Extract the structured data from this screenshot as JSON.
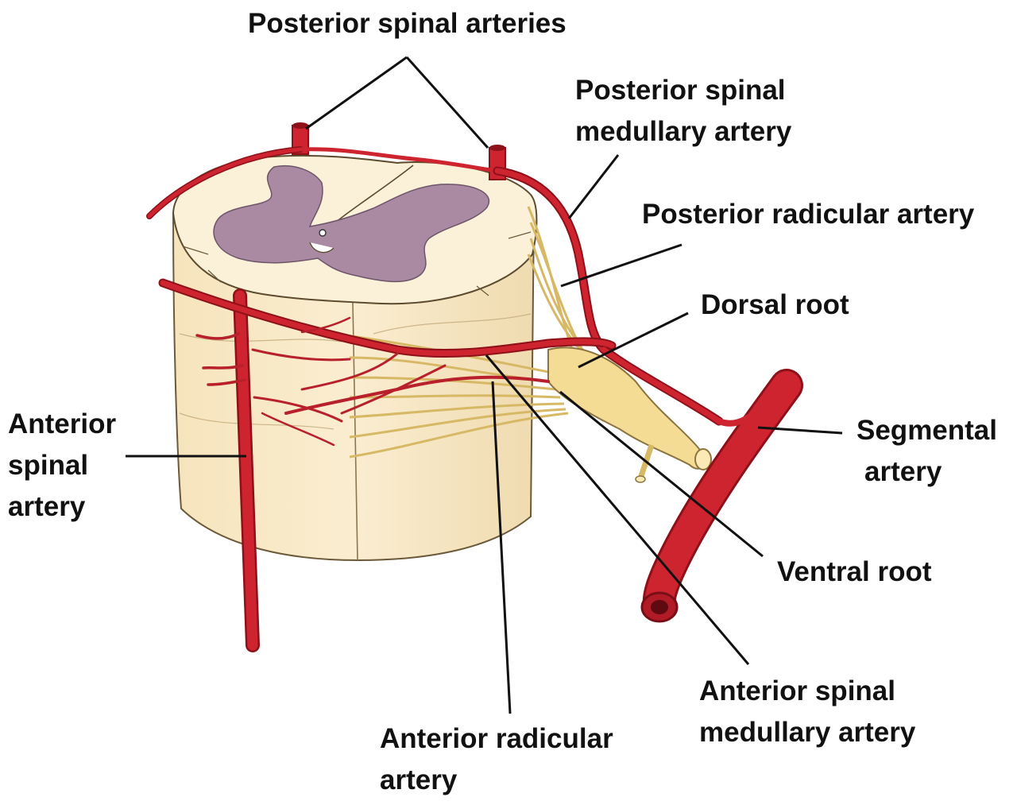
{
  "colors": {
    "artery": "#c8202e",
    "artery_dark": "#8e1019",
    "cord": "#f8e8c4",
    "cord_shade": "#e8d2a0",
    "grey_matter": "#a98aa2",
    "nerve": "#f2d88e",
    "leader": "#111111"
  },
  "labels": {
    "posterior_spinal_arteries": "Posterior spinal arteries",
    "posterior_spinal_medullary_artery": [
      "Posterior spinal",
      "medullary artery"
    ],
    "posterior_radicular_artery": "Posterior  radicular artery",
    "dorsal_root": "Dorsal root",
    "anterior_spinal_artery": [
      "Anterior",
      "spinal",
      "artery"
    ],
    "segmental_artery": [
      "Segmental",
      "artery"
    ],
    "ventral_root": "Ventral root",
    "anterior_spinal_medullary_artery": [
      "Anterior spinal",
      "medullary artery"
    ],
    "anterior_radicular_artery": [
      "Anterior radicular",
      "artery"
    ]
  }
}
